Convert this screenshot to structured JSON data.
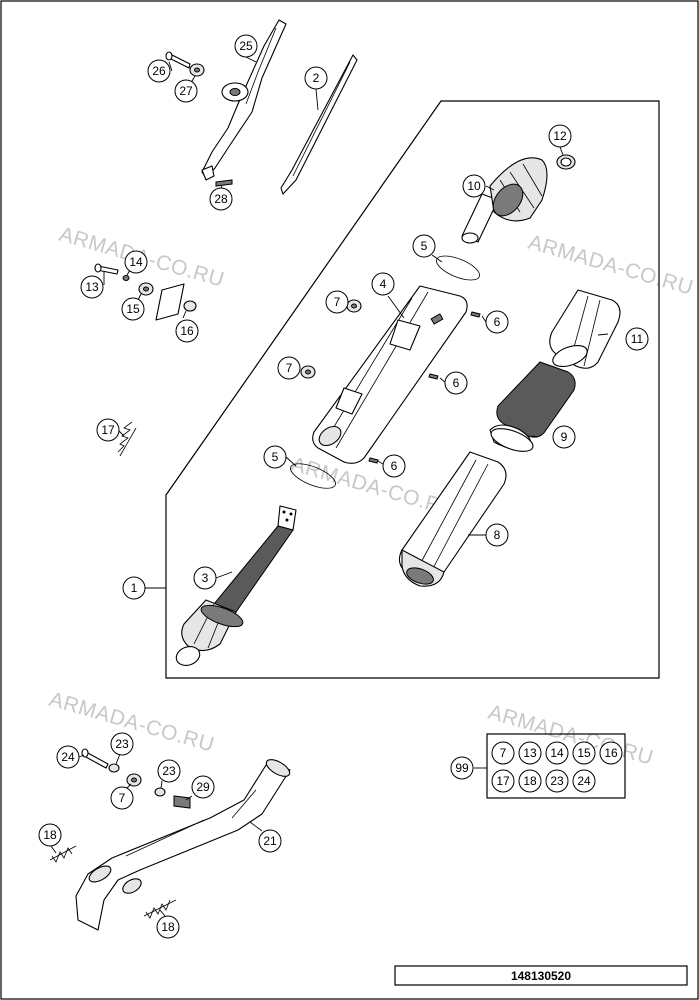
{
  "watermark": "ARMADA-CO.RU",
  "drawing_code": "148130520",
  "callouts": [
    "25",
    "26",
    "27",
    "28",
    "2",
    "12",
    "10",
    "5",
    "4",
    "7",
    "6",
    "11",
    "7",
    "6",
    "9",
    "5",
    "6",
    "8",
    "3",
    "1",
    "13",
    "14",
    "15",
    "16",
    "17",
    "24",
    "23",
    "23",
    "7",
    "29",
    "21",
    "18",
    "18",
    "99"
  ],
  "kit": {
    "label": "99",
    "row1": [
      "7",
      "13",
      "14",
      "15",
      "16"
    ],
    "row2": [
      "17",
      "18",
      "23",
      "24"
    ]
  }
}
